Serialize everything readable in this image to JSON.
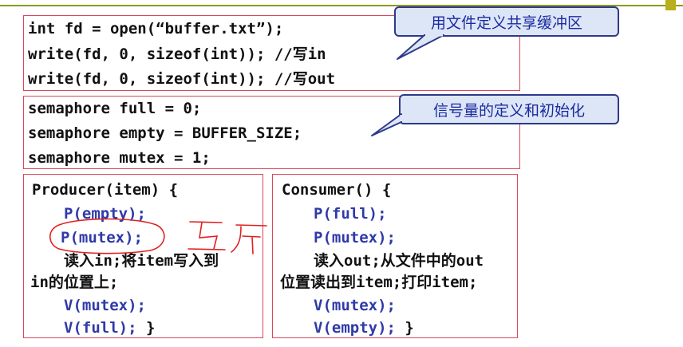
{
  "lines_fd": [
    "int fd = open(“buffer.txt”);",
    "write(fd, 0, sizeof(int)); //写in",
    "write(fd, 0, sizeof(int)); //写out"
  ],
  "lines_sem": [
    "semaphore full = 0;",
    "semaphore empty = BUFFER_SIZE;",
    "semaphore mutex = 1;"
  ],
  "producer": {
    "header": "Producer(item) {",
    "p_empty": "P(empty);",
    "p_mutex": "P(mutex);",
    "read_line": "读入in;将item写入到",
    "pos_line": "in的位置上;",
    "v_mutex": "V(mutex);",
    "v_full": "V(full);",
    "close": "}"
  },
  "consumer": {
    "header": "Consumer() {",
    "p_full": "P(full);",
    "p_mutex": "P(mutex);",
    "read_line": "读入out;从文件中的out",
    "pos_line": "位置读出到item;打印item;",
    "v_mutex": "V(mutex);",
    "v_empty": "V(empty);",
    "close": "}"
  },
  "callouts": {
    "file_buffer": "用文件定义共享缓冲区",
    "semaphore_def": "信号量的定义和初始化"
  },
  "annotation": "互斥",
  "colors": {
    "box_border": "#d9475a",
    "callout_border": "#2d3a8a",
    "callout_fill": "#dde6f6",
    "code_blue": "#2f3aa8",
    "handwriting": "#e02020"
  }
}
